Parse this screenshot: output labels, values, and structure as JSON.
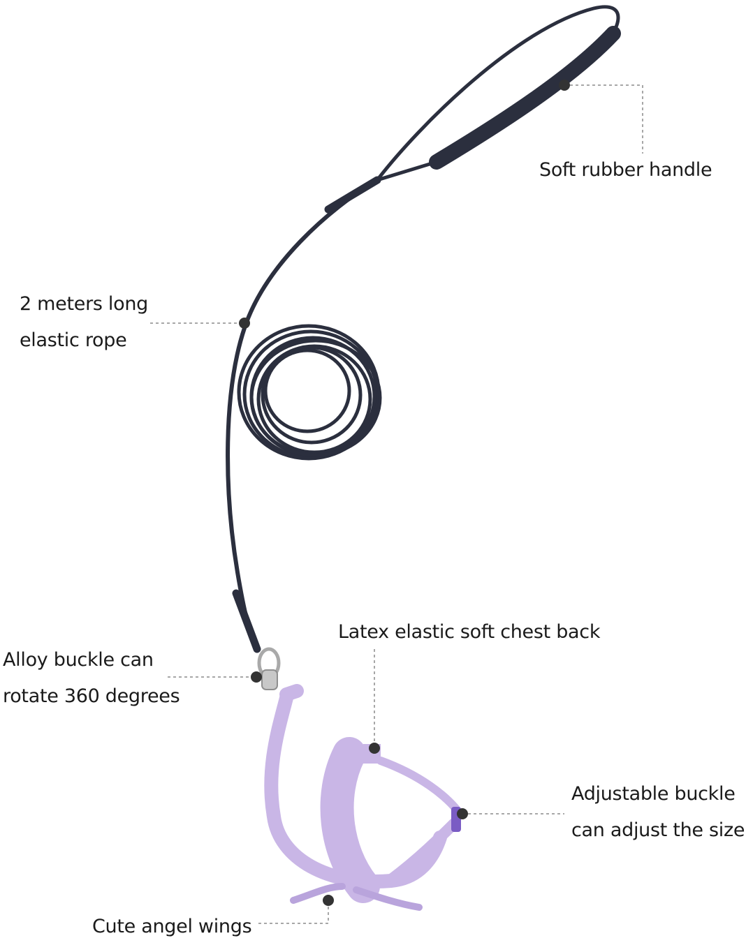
{
  "labels": {
    "handle": "Soft rubber handle",
    "rope_line1": "2 meters long",
    "rope_line2": "elastic rope",
    "chest": "Latex elastic soft chest back",
    "buckle_line1": "Alloy buckle can",
    "buckle_line2": "rotate 360 degrees",
    "adjust_line1": "Adjustable buckle",
    "adjust_line2": "can adjust the size",
    "wings": "Cute angel wings"
  },
  "colors": {
    "rope": "#2b2f3e",
    "harness": "#c9b6e6",
    "harness_dark": "#9f86cf",
    "buckle_purple": "#7a5cc4",
    "leader_line": "#8a8a8a",
    "dot": "#333333"
  }
}
